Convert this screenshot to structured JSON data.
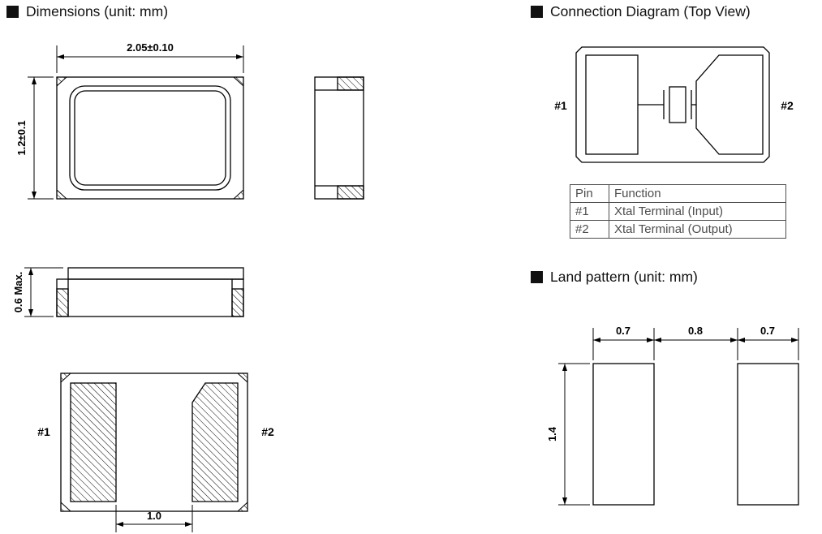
{
  "sections": {
    "dimensions_title": "Dimensions (unit: mm)",
    "connection_title": "Connection Diagram (Top View)",
    "land_title": "Land pattern (unit: mm)"
  },
  "dimensions": {
    "body_width": "2.05±0.10",
    "body_height": "1.2±0.1",
    "thickness": "0.6 Max.",
    "pad_gap": "1.0",
    "pad1_label": "#1",
    "pad2_label": "#2"
  },
  "connection": {
    "pin1_label": "#1",
    "pin2_label": "#2",
    "table": {
      "headers": [
        "Pin",
        "Function"
      ],
      "rows": [
        [
          "#1",
          "Xtal Terminal (Input)"
        ],
        [
          "#2",
          "Xtal Terminal (Output)"
        ]
      ]
    }
  },
  "land": {
    "pad1_width": "0.7",
    "gap": "0.8",
    "pad2_width": "0.7",
    "pad_height": "1.4"
  }
}
